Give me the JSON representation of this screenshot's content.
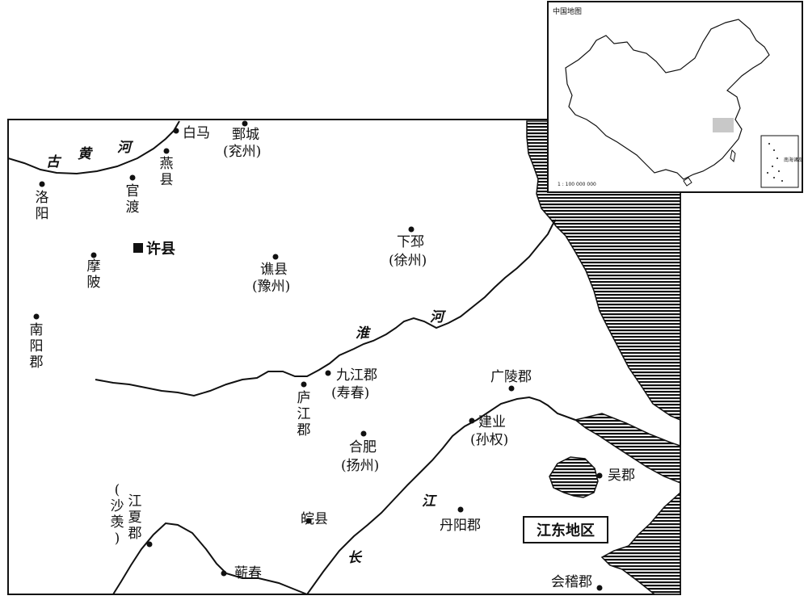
{
  "rivers": {
    "yellow_river": [
      "古",
      "黄",
      "河"
    ],
    "huai_river": [
      "淮",
      "河"
    ],
    "yangtze": [
      "江",
      "长"
    ]
  },
  "places": {
    "baima": "白马",
    "juancheng": "鄄城",
    "juancheng_note": "(兖州)",
    "yanxian": "燕县",
    "guandu": "官渡",
    "luoyang": "洛阳",
    "xuxian": "许县",
    "mopi": "摩陂",
    "qiaoxian": "谯县",
    "qiaoxian_note": "(豫州)",
    "xiapi": "下邳",
    "xiapi_note": "(徐州)",
    "nanyang": "南阳郡",
    "jiujiang": "九江郡",
    "jiujiang_note": "(寿春)",
    "lujiang": "庐江郡",
    "guangling": "广陵郡",
    "jianye": "建业",
    "jianye_note": "(孙权)",
    "hefei": "合肥",
    "hefei_note": "(扬州)",
    "wujun": "吴郡",
    "jiangxia": "江夏郡",
    "jiangxia_note": "(沙羡)",
    "wanxian": "皖县",
    "danyang": "丹阳郡",
    "qichun": "蕲春",
    "kuaiji": "会稽郡"
  },
  "region_box": "江东地区",
  "inset": {
    "title": "中国地图",
    "scale": "1 : 100 000 000",
    "sea_label": "南海诸岛"
  }
}
